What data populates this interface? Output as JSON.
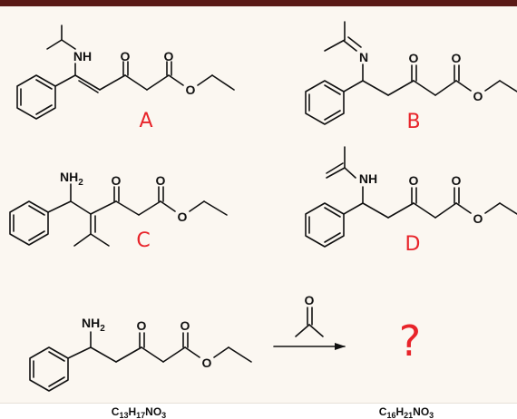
{
  "labels": {
    "a": "A",
    "b": "B",
    "c": "C",
    "d": "D",
    "question": "?"
  },
  "atoms": {
    "nh": "NH",
    "n": "N",
    "o": "O",
    "nh2_main": "NH",
    "nh2_sub": "2"
  },
  "formulas": {
    "reactant": {
      "c": "C",
      "c_n": "13",
      "h": "H",
      "h_n": "17",
      "rest": "NO",
      "o_n": "3"
    },
    "product": {
      "c": "C",
      "c_n": "16",
      "h": "H",
      "h_n": "21",
      "rest": "NO",
      "o_n": "3"
    }
  },
  "colors": {
    "frame": "#5a1a16",
    "background": "#fbf7f1",
    "label": "#e8242a",
    "ink": "#111111"
  }
}
